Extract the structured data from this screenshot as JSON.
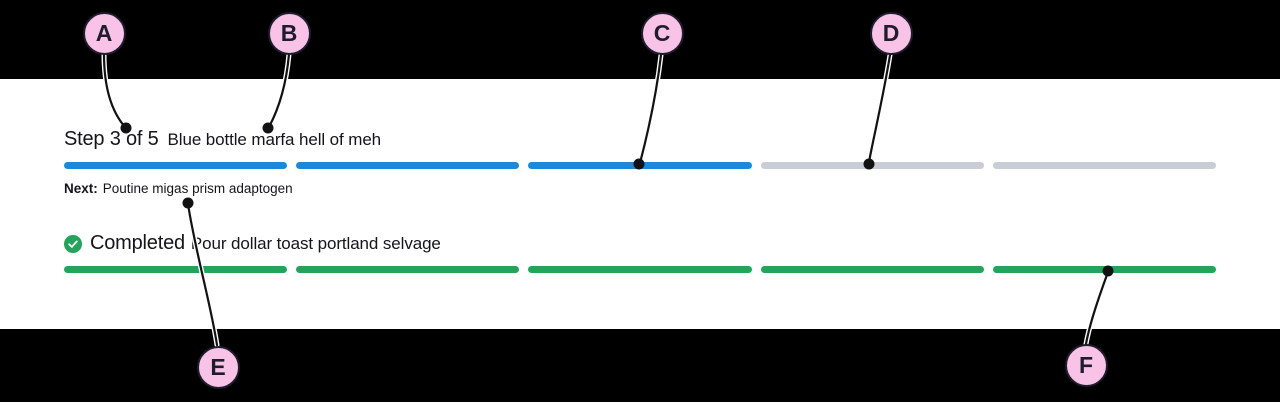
{
  "annotations": {
    "markers": [
      {
        "letter": "A",
        "points_to": "step-label"
      },
      {
        "letter": "B",
        "points_to": "step-title"
      },
      {
        "letter": "C",
        "points_to": "progress-segment-active"
      },
      {
        "letter": "D",
        "points_to": "progress-segment-inactive"
      },
      {
        "letter": "E",
        "points_to": "next-step-text"
      },
      {
        "letter": "F",
        "points_to": "completed-progress-bar"
      }
    ]
  },
  "stepper": {
    "step_label": "Step 3 of 5",
    "step_title": "Blue bottle marfa hell of meh",
    "next_label": "Next:",
    "next_text": "Poutine migas prism adaptogen",
    "segments_total": 5,
    "segments_complete": 3
  },
  "completed_stepper": {
    "check_icon": "check-circle-icon",
    "label": "Completed",
    "title": "Pour dollar toast portland selvage",
    "segments_total": 5,
    "segments_complete": 5
  },
  "colors": {
    "progress_active": "#1d88d9",
    "progress_inactive": "#c9ced6",
    "progress_complete": "#25a35b",
    "check_icon_fill": "#25a35b",
    "marker_fill": "#f9c3e7",
    "marker_stroke": "#201c2e",
    "connector_line": "#121212",
    "band": "#000000",
    "text": "#14141b"
  }
}
